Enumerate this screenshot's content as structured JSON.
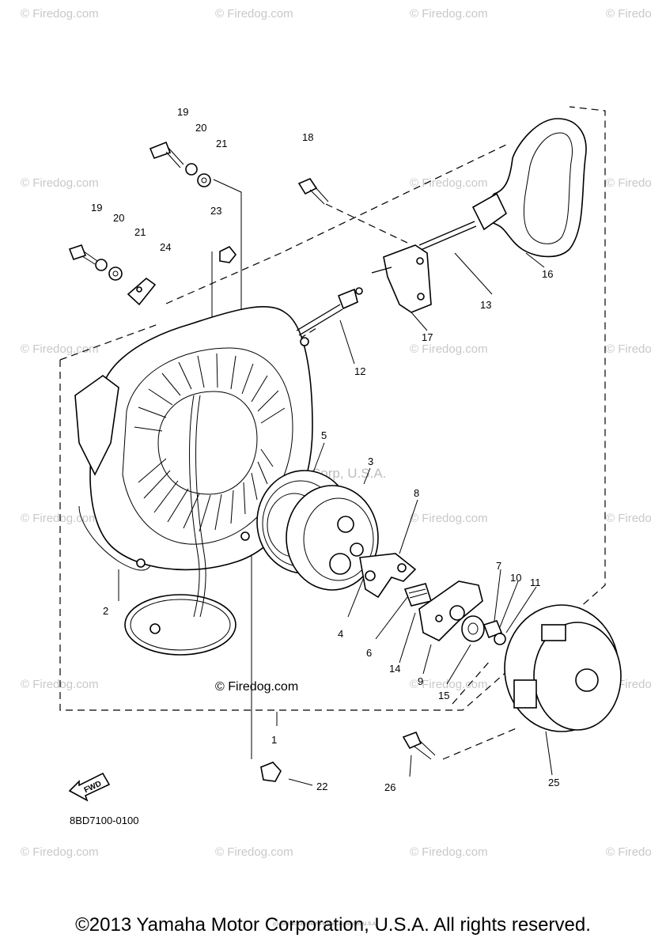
{
  "watermarks": {
    "firedog": "© Firedog.com",
    "firedog_cropped": "© Firedo",
    "center": "Yamaha Motor Corp, U.S.A."
  },
  "stamp": "© Firedog.com",
  "diagram_code": "8BD7100-0100",
  "fwd_label": "FWD",
  "tiny_print": "(c) 2000-2013 Yamaha Motor Corporation, U.S.A.",
  "footer": "©2013 Yamaha Motor Corporation, U.S.A. All rights reserved.",
  "callouts": [
    "1",
    "2",
    "3",
    "4",
    "5",
    "6",
    "7",
    "8",
    "9",
    "10",
    "11",
    "12",
    "13",
    "14",
    "15",
    "16",
    "17",
    "18",
    "19",
    "19",
    "20",
    "20",
    "21",
    "21",
    "22",
    "23",
    "24",
    "25",
    "26"
  ]
}
